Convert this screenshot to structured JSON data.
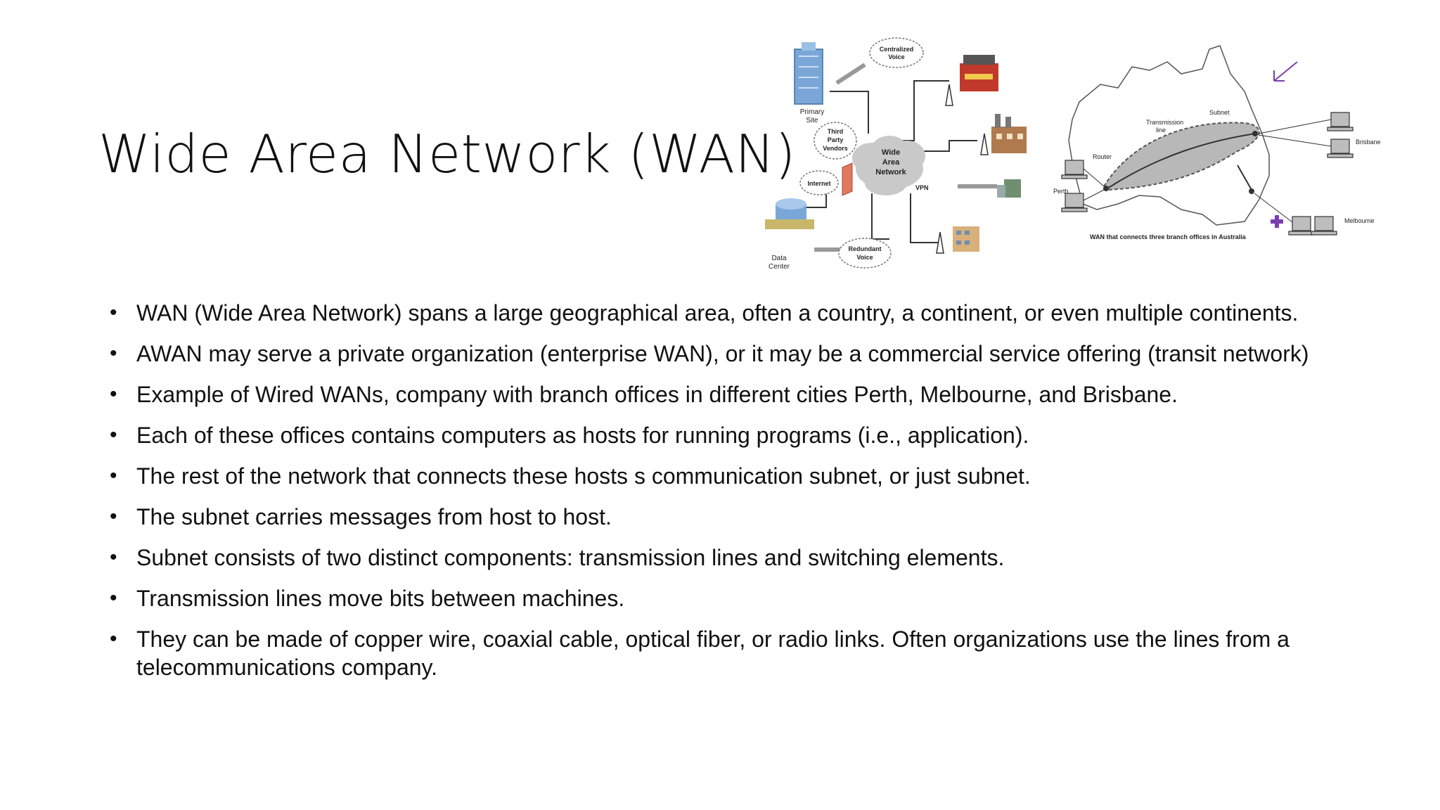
{
  "slide": {
    "title": "Wide Area Network (WAN)",
    "bullets": [
      "WAN (Wide Area Network) spans a large geographical area, often a country, a continent, or even multiple continents.",
      "AWAN may serve a private organization (enterprise WAN), or it may be a commercial service offering (transit network)",
      "Example of Wired WANs, company with branch offices in different cities Perth, Melbourne, and Brisbane.",
      "Each of these offices contains computers as hosts for running programs (i.e., application).",
      "The rest of the network that connects these hosts s communication subnet, or just subnet.",
      "The subnet carries messages from host to host.",
      "Subnet consists of two distinct components: transmission lines and switching elements.",
      "Transmission lines move bits between machines.",
      "They can be made of copper wire, coaxial cable, optical fiber, or radio links. Often organizations use the lines from a telecommunications company."
    ]
  },
  "diagram_left": {
    "center": [
      "Wide",
      "Area",
      "Network"
    ],
    "centralized_voice": [
      "Centralized",
      "Voice"
    ],
    "primary_site": [
      "Primary",
      "Site"
    ],
    "third_party": [
      "Third",
      "Party",
      "Vendors"
    ],
    "internet": "Internet",
    "vpn": "VPN",
    "data_center": [
      "Data",
      "Center"
    ],
    "redundant_voice": [
      "Redundant",
      "Voice"
    ]
  },
  "diagram_right": {
    "transmission": [
      "Transmission",
      "line"
    ],
    "subnet": "Subnet",
    "router": "Router",
    "perth": "Perth",
    "brisbane": "Brisbane",
    "melbourne": "Melbourne",
    "caption": "WAN that connects three branch offices in Australia"
  },
  "colors": {
    "cloud": "#c9c9c9",
    "subnet_fill": "#b8b8b8",
    "building_blue": "#7aa7d8",
    "firewall": "#e07a5f",
    "annotation": "#7a3fb0"
  }
}
